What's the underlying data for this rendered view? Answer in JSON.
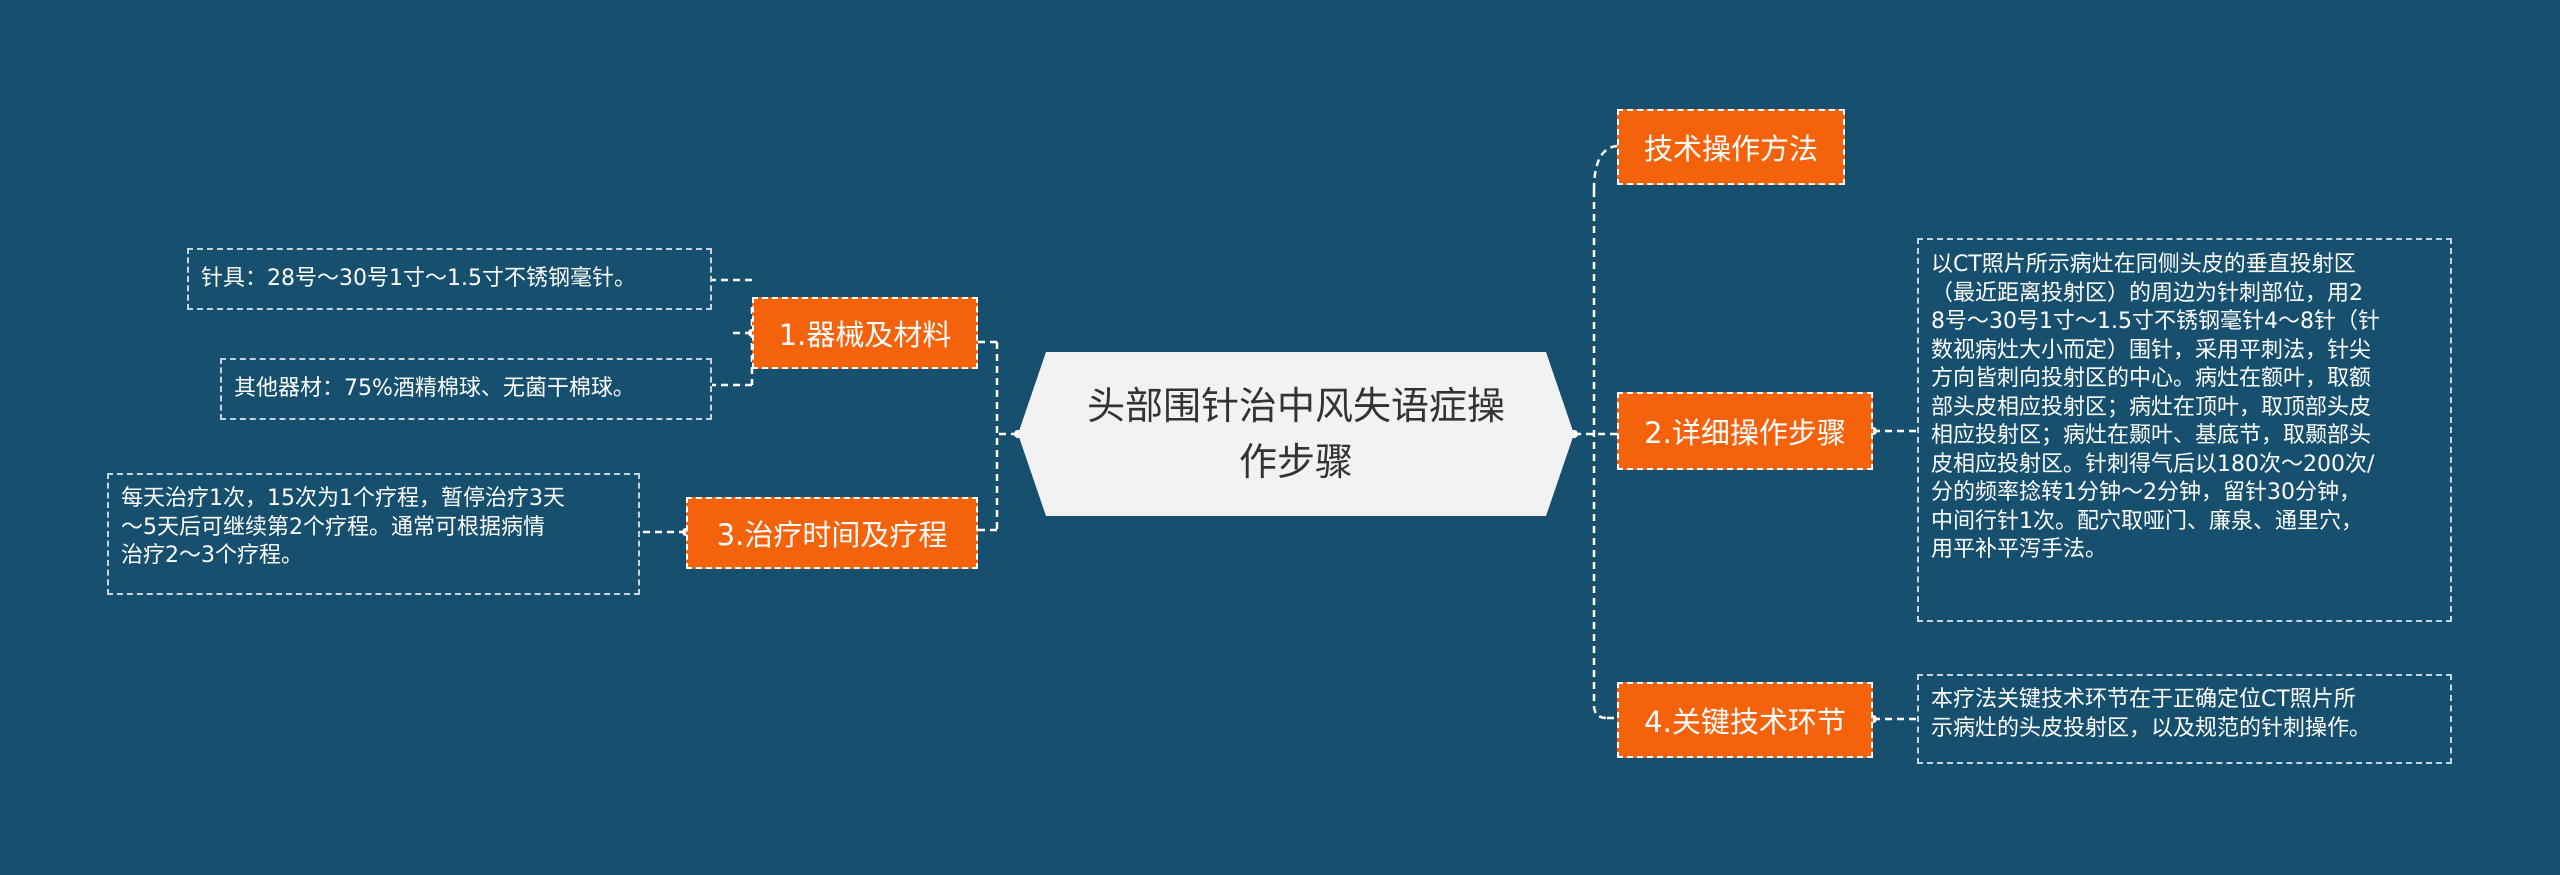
{
  "central": {
    "title_line1": "头部围针治中风失语症操",
    "title_line2": "作步骤"
  },
  "branches": {
    "b1": {
      "label": "1.器械及材料"
    },
    "b3": {
      "label": "3.治疗时间及疗程"
    },
    "b0": {
      "label": "技术操作方法"
    },
    "b2": {
      "label": "2.详细操作步骤"
    },
    "b4": {
      "label": "4.关键技术环节"
    }
  },
  "leaves": {
    "needle": "针具：28号～30号1寸～1.5寸不锈钢毫针。",
    "other": "其他器材：75%酒精棉球、无菌干棉球。",
    "schedule": [
      "每天治疗1次，15次为1个疗程，暂停治疗3天",
      "～5天后可继续第2个疗程。通常可根据病情",
      "治疗2～3个疗程。"
    ],
    "steps": [
      "以CT照片所示病灶在同侧头皮的垂直投射区",
      "（最近距离投射区）的周边为针刺部位，用2",
      "8号～30号1寸～1.5寸不锈钢毫针4～8针（针",
      "数视病灶大小而定）围针，采用平刺法，针尖",
      "方向皆刺向投射区的中心。病灶在额叶，取额",
      "部头皮相应投射区；病灶在顶叶，取顶部头皮",
      "相应投射区；病灶在颞叶、基底节，取颞部头",
      "皮相应投射区。针刺得气后以180次～200次/",
      "分的频率捻转1分钟～2分钟，留针30分钟，",
      "中间行针1次。配穴取哑门、廉泉、通里穴，",
      "用平补平泻手法。"
    ],
    "key": [
      "本疗法关键技术环节在于正确定位CT照片所",
      "示病灶的头皮投射区，以及规范的针刺操作。"
    ]
  },
  "colors": {
    "background": "#17506f",
    "central_fill": "#f2f2f2",
    "branch_fill": "#f5620c",
    "connector": "#ffffff"
  }
}
